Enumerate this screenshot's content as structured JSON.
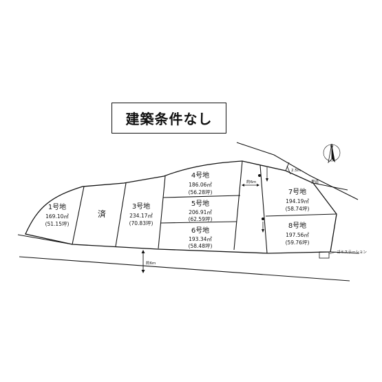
{
  "title": "建築条件なし",
  "north_label": "N",
  "lots": [
    {
      "id": "lot-1",
      "name": "1号地",
      "area_m2": "169.10㎡",
      "area_tsubo": "(51.15坪)"
    },
    {
      "id": "lot-sold",
      "name": "済",
      "area_m2": "",
      "area_tsubo": ""
    },
    {
      "id": "lot-3",
      "name": "3号地",
      "area_m2": "234.17㎡",
      "area_tsubo": "(70.83坪)"
    },
    {
      "id": "lot-4",
      "name": "4号地",
      "area_m2": "186.06㎡",
      "area_tsubo": "(56.28坪)"
    },
    {
      "id": "lot-5",
      "name": "5号地",
      "area_m2": "206.91㎡",
      "area_tsubo": "(62.59坪)"
    },
    {
      "id": "lot-6",
      "name": "6号地",
      "area_m2": "193.34㎡",
      "area_tsubo": "(58.48坪)"
    },
    {
      "id": "lot-7",
      "name": "7号地",
      "area_m2": "194.19㎡",
      "area_tsubo": "(58.74坪)"
    },
    {
      "id": "lot-8",
      "name": "8号地",
      "area_m2": "197.56㎡",
      "area_tsubo": "(59.76坪)"
    }
  ],
  "annotations": {
    "road_main": "約6m",
    "road_inner": "約6m",
    "waterway_width": "2.5m",
    "waterway": "里道",
    "garbage_station": "ゴミステーション"
  }
}
